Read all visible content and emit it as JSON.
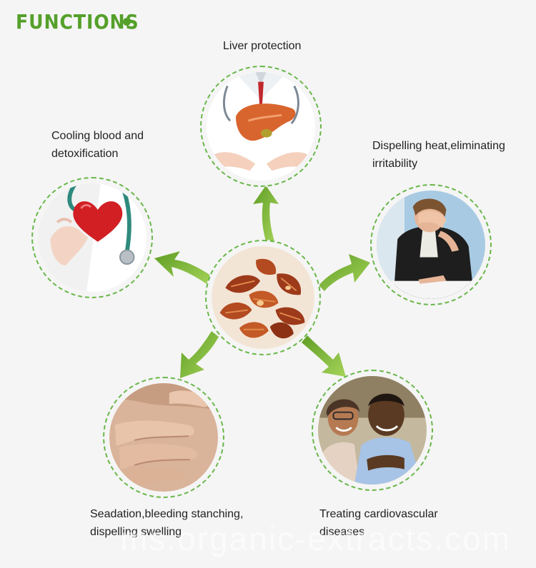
{
  "header": {
    "title": "FUNCTIONS"
  },
  "functions": [
    {
      "label": "Liver protection",
      "image_icon": "liver-icon"
    },
    {
      "label_line1": "Cooling blood and",
      "label_line2": "detoxification",
      "image_icon": "heart-icon"
    },
    {
      "label_line1": "Dispelling heat,eliminating",
      "label_line2": "irritability",
      "image_icon": "stressed-person-icon"
    },
    {
      "label_line1": "Seadation,bleeding stanching,",
      "label_line2": "dispelling swelling",
      "image_icon": "hands-belly-icon"
    },
    {
      "label_line1": "Treating cardiovascular",
      "label_line2": "diseases",
      "image_icon": "smiling-couple-icon"
    }
  ],
  "center": {
    "image_icon": "gardenia-fruit-icon"
  },
  "watermark": "ms.organic-extracts.com",
  "colors": {
    "accent": "#55a02a",
    "dashed_border": "#69b74a",
    "arrow": "#8cc63f",
    "background": "#f5f5f5"
  }
}
